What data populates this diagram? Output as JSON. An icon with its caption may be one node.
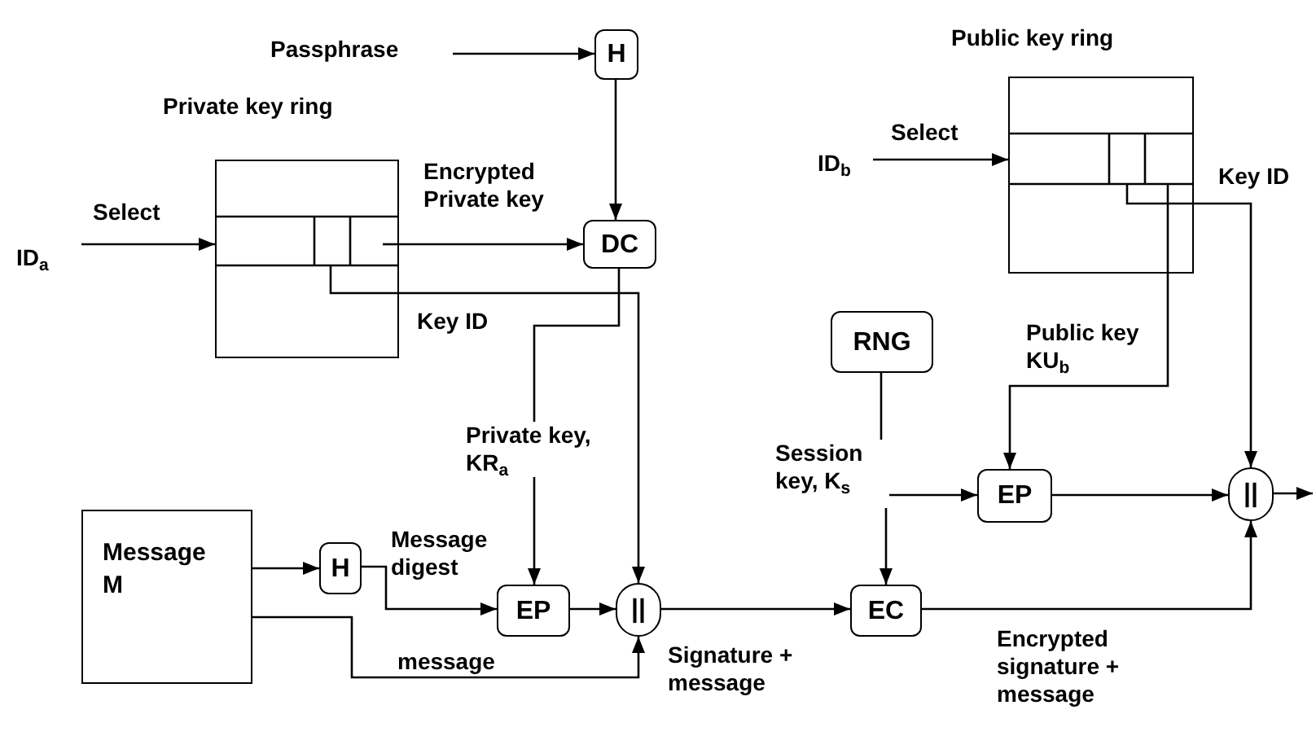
{
  "diagram": {
    "nodes": [
      {
        "text": [
          "Passphrase"
        ]
      },
      {
        "text": [
          "H"
        ]
      },
      {
        "text": [
          "Private key ring"
        ]
      },
      {
        "text": [
          "ID$_{a}$"
        ]
      },
      {
        "text": [
          "DC"
        ]
      },
      {
        "text": [
          "Message M"
        ]
      },
      {
        "text": [
          "H"
        ]
      },
      {
        "text": [
          "EP"
        ]
      },
      {
        "text": [
          "||"
        ]
      },
      {
        "text": [
          "EC"
        ]
      },
      {
        "text": [
          "RNG"
        ]
      },
      {
        "text": [
          "Public key ring"
        ]
      },
      {
        "text": [
          "ID$_{b}$"
        ]
      },
      {
        "text": [
          "EP"
        ]
      },
      {
        "text": [
          "||"
        ]
      },
      {
        "text": [
          "Session key, K$_{s}$"
        ]
      }
    ],
    "edges": [
      {
        "from": 0,
        "to": 1,
        "arrow": "to"
      },
      {
        "from": 1,
        "to": 4,
        "arrow": "to"
      },
      {
        "from": 3,
        "to": 2,
        "arrow": "to",
        "label": "Select"
      },
      {
        "from": 2,
        "to": 4,
        "arrow": "to",
        "label": "Encrypted Private key"
      },
      {
        "from": 2,
        "to": 8,
        "arrow": "to",
        "label": "Key ID"
      },
      {
        "from": 4,
        "to": 7,
        "arrow": "to",
        "label": "Private key, KR$_{a}$"
      },
      {
        "from": 5,
        "to": 6,
        "arrow": "to"
      },
      {
        "from": 6,
        "to": 7,
        "arrow": "to",
        "label": "Message digest"
      },
      {
        "from": 7,
        "to": 8,
        "arrow": "to"
      },
      {
        "from": 5,
        "to": 8,
        "arrow": "to",
        "label": "message"
      },
      {
        "from": 8,
        "to": 9,
        "arrow": "to",
        "label": "Signature + message"
      },
      {
        "from": 12,
        "to": 11,
        "arrow": "to",
        "label": "Select"
      },
      {
        "from": 11,
        "to": 13,
        "arrow": "to",
        "label": "Public key KU$_{b}$"
      },
      {
        "from": 11,
        "to": 14,
        "arrow": "to",
        "label": "Key ID"
      },
      {
        "from": 10,
        "to": 15,
        "arrow": "none"
      },
      {
        "from": 15,
        "to": 13,
        "arrow": "to"
      },
      {
        "from": 15,
        "to": 9,
        "arrow": "to"
      },
      {
        "from": 13,
        "to": 14,
        "arrow": "to"
      },
      {
        "from": 9,
        "to": 14,
        "arrow": "to",
        "label": "Encrypted signature + message"
      },
      {
        "from": 14,
        "to": null,
        "arrow": "to"
      }
    ]
  }
}
